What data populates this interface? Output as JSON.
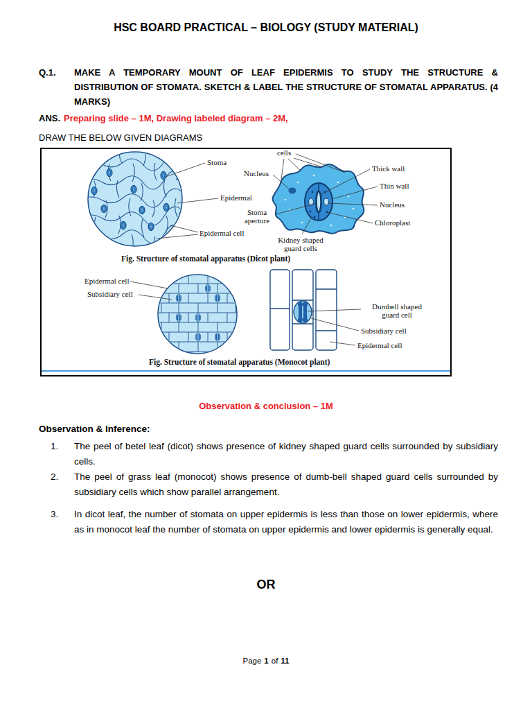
{
  "diagram": {
    "title": "HSC BOARD PRACTICAL – BIOLOGY (STUDY MATERIAL)",
    "nodes": [
      {
        "text": [
          "cells",
          "Stoma",
          "Nucleus",
          "Epidermal",
          "Stoma aperture",
          "Epidermal cell",
          "Kidney shaped guard cells",
          "Thick wall",
          "Thin wall",
          "Nucleus",
          "Chloroplast",
          "Fig. Structure of stomatal apparatus (Dicot plant)",
          "Epidermal cell",
          "Subsidiary cell",
          "Dumbell shaped guard cell",
          "Subsidiary cell",
          "Epidermal cell",
          "Fig. Structure of stomatal apparatus (Monocot plant)"
        ]
      }
    ],
    "labels": [
      "Q.1.",
      "MAKE A TEMPORARY MOUNT OF LEAF EPIDERMIS TO STUDY THE STRUCTURE & DISTRIBUTION OF STOMATA. SKETCH & LABEL THE STRUCTURE OF STOMATAL APPARATUS. (4 MARKS)",
      "ANS.",
      "Preparing slide – 1M, Drawing labeled diagram – 2M,",
      "DRAW THE BELOW GIVEN DIAGRAMS",
      "Observation & conclusion – 1M",
      "Observation & Inference:",
      "1.",
      "The peel of betel leaf (dicot) shows presence of kidney shaped guard cells surrounded by subsidiary cells.",
      "2.",
      "The peel of grass leaf (monocot) shows presence of dumb-bell shaped guard cells surrounded by subsidiary cells which show parallel arrangement.",
      "3.",
      "In dicot leaf, the number of stomata on upper epidermis is less than those on lower epidermis, where as in monocot leaf the number of stomata on upper epidermis and lower epidermis is generally equal.",
      "OR",
      "Page",
      "1",
      "of",
      "11"
    ]
  }
}
